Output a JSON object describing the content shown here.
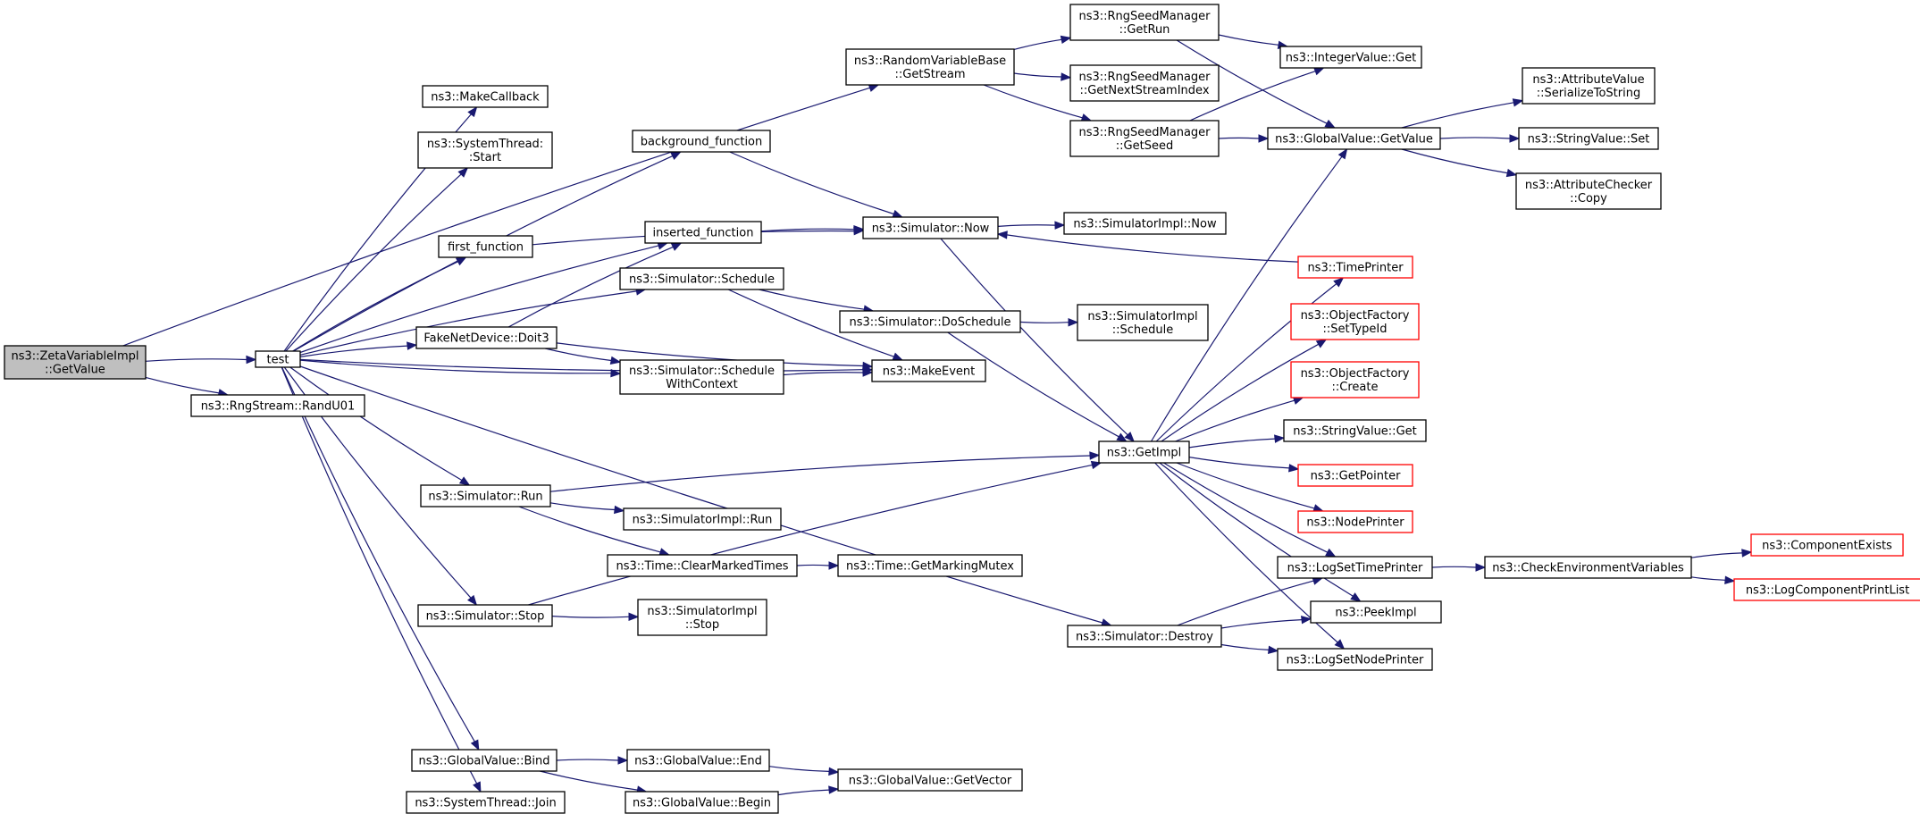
{
  "colors": {
    "edge": "#191970",
    "node_border": "#000000",
    "truncated_border": "#ff0000",
    "root_fill": "#bfbfbf",
    "background": "#ffffff"
  },
  "nodes": [
    {
      "id": "zeta",
      "lines": [
        "ns3::ZetaVariableImpl",
        "::GetValue"
      ],
      "style": "root"
    },
    {
      "id": "test",
      "lines": [
        "test"
      ]
    },
    {
      "id": "randu01",
      "lines": [
        "ns3::RngStream::RandU01"
      ]
    },
    {
      "id": "rvbstream",
      "lines": [
        "ns3::RandomVariableBase",
        "::GetStream"
      ]
    },
    {
      "id": "makecallback",
      "lines": [
        "ns3::MakeCallback"
      ]
    },
    {
      "id": "stStart",
      "lines": [
        "ns3::SystemThread:",
        ":Start"
      ]
    },
    {
      "id": "bgfunc",
      "lines": [
        "background_function"
      ]
    },
    {
      "id": "firstfunc",
      "lines": [
        "first_function"
      ]
    },
    {
      "id": "insfunc",
      "lines": [
        "inserted_function"
      ]
    },
    {
      "id": "simSchedule",
      "lines": [
        "ns3::Simulator::Schedule"
      ]
    },
    {
      "id": "doit3",
      "lines": [
        "FakeNetDevice::Doit3"
      ]
    },
    {
      "id": "schedCtx",
      "lines": [
        "ns3::Simulator::Schedule",
        "WithContext"
      ]
    },
    {
      "id": "simNow",
      "lines": [
        "ns3::Simulator::Now"
      ]
    },
    {
      "id": "simImplNow",
      "lines": [
        "ns3::SimulatorImpl::Now"
      ]
    },
    {
      "id": "doSchedule",
      "lines": [
        "ns3::Simulator::DoSchedule"
      ]
    },
    {
      "id": "simImplSchedule",
      "lines": [
        "ns3::SimulatorImpl",
        "::Schedule"
      ]
    },
    {
      "id": "makeEvent",
      "lines": [
        "ns3::MakeEvent"
      ]
    },
    {
      "id": "getRun",
      "lines": [
        "ns3::RngSeedManager",
        "::GetRun"
      ]
    },
    {
      "id": "getNextStream",
      "lines": [
        "ns3::RngSeedManager",
        "::GetNextStreamIndex"
      ]
    },
    {
      "id": "getSeed",
      "lines": [
        "ns3::RngSeedManager",
        "::GetSeed"
      ]
    },
    {
      "id": "intGet",
      "lines": [
        "ns3::IntegerValue::Get"
      ]
    },
    {
      "id": "gvGetValue",
      "lines": [
        "ns3::GlobalValue::GetValue"
      ]
    },
    {
      "id": "avSerialize",
      "lines": [
        "ns3::AttributeValue",
        "::SerializeToString"
      ]
    },
    {
      "id": "svSet",
      "lines": [
        "ns3::StringValue::Set"
      ]
    },
    {
      "id": "acCopy",
      "lines": [
        "ns3::AttributeChecker",
        "::Copy"
      ]
    },
    {
      "id": "timePrinter",
      "lines": [
        "ns3::TimePrinter"
      ],
      "style": "trunc"
    },
    {
      "id": "ofSetTypeId",
      "lines": [
        "ns3::ObjectFactory",
        "::SetTypeId"
      ],
      "style": "trunc"
    },
    {
      "id": "ofCreate",
      "lines": [
        "ns3::ObjectFactory",
        "::Create"
      ],
      "style": "trunc"
    },
    {
      "id": "svGet",
      "lines": [
        "ns3::StringValue::Get"
      ]
    },
    {
      "id": "getImpl",
      "lines": [
        "ns3::GetImpl"
      ]
    },
    {
      "id": "getPointer",
      "lines": [
        "ns3::GetPointer"
      ],
      "style": "trunc"
    },
    {
      "id": "nodePrinter",
      "lines": [
        "ns3::NodePrinter"
      ],
      "style": "trunc"
    },
    {
      "id": "simRun",
      "lines": [
        "ns3::Simulator::Run"
      ]
    },
    {
      "id": "simImplRun",
      "lines": [
        "ns3::SimulatorImpl::Run"
      ]
    },
    {
      "id": "clearMarked",
      "lines": [
        "ns3::Time::ClearMarkedTimes"
      ]
    },
    {
      "id": "markingMutex",
      "lines": [
        "ns3::Time::GetMarkingMutex"
      ]
    },
    {
      "id": "logSetTime",
      "lines": [
        "ns3::LogSetTimePrinter"
      ]
    },
    {
      "id": "checkEnv",
      "lines": [
        "ns3::CheckEnvironmentVariables"
      ]
    },
    {
      "id": "compExists",
      "lines": [
        "ns3::ComponentExists"
      ],
      "style": "trunc"
    },
    {
      "id": "logCompPrint",
      "lines": [
        "ns3::LogComponentPrintList"
      ],
      "style": "trunc"
    },
    {
      "id": "simStop",
      "lines": [
        "ns3::Simulator::Stop"
      ]
    },
    {
      "id": "simImplStop",
      "lines": [
        "ns3::SimulatorImpl",
        "::Stop"
      ]
    },
    {
      "id": "simDestroy",
      "lines": [
        "ns3::Simulator::Destroy"
      ]
    },
    {
      "id": "peekImpl",
      "lines": [
        "ns3::PeekImpl"
      ]
    },
    {
      "id": "logSetNode",
      "lines": [
        "ns3::LogSetNodePrinter"
      ]
    },
    {
      "id": "gvBind",
      "lines": [
        "ns3::GlobalValue::Bind"
      ]
    },
    {
      "id": "gvEnd",
      "lines": [
        "ns3::GlobalValue::End"
      ]
    },
    {
      "id": "gvGetVector",
      "lines": [
        "ns3::GlobalValue::GetVector"
      ]
    },
    {
      "id": "gvBegin",
      "lines": [
        "ns3::GlobalValue::Begin"
      ]
    },
    {
      "id": "stJoin",
      "lines": [
        "ns3::SystemThread::Join"
      ]
    }
  ],
  "edges": [
    [
      "zeta",
      "test"
    ],
    [
      "zeta",
      "randu01"
    ],
    [
      "zeta",
      "rvbstream"
    ],
    [
      "test",
      "makecallback"
    ],
    [
      "test",
      "stStart"
    ],
    [
      "test",
      "bgfunc"
    ],
    [
      "test",
      "firstfunc"
    ],
    [
      "test",
      "insfunc"
    ],
    [
      "test",
      "simSchedule"
    ],
    [
      "test",
      "doit3"
    ],
    [
      "test",
      "schedCtx"
    ],
    [
      "test",
      "makeEvent"
    ],
    [
      "test",
      "simRun"
    ],
    [
      "test",
      "simStop"
    ],
    [
      "test",
      "simDestroy"
    ],
    [
      "test",
      "gvBind"
    ],
    [
      "test",
      "stJoin"
    ],
    [
      "rvbstream",
      "getRun"
    ],
    [
      "rvbstream",
      "getNextStream"
    ],
    [
      "rvbstream",
      "getSeed"
    ],
    [
      "getRun",
      "intGet"
    ],
    [
      "getRun",
      "gvGetValue"
    ],
    [
      "getSeed",
      "intGet"
    ],
    [
      "getSeed",
      "gvGetValue"
    ],
    [
      "gvGetValue",
      "avSerialize"
    ],
    [
      "gvGetValue",
      "svSet"
    ],
    [
      "gvGetValue",
      "acCopy"
    ],
    [
      "bgfunc",
      "simNow"
    ],
    [
      "firstfunc",
      "simNow"
    ],
    [
      "insfunc",
      "simNow"
    ],
    [
      "simNow",
      "simImplNow"
    ],
    [
      "simNow",
      "getImpl"
    ],
    [
      "simSchedule",
      "doSchedule"
    ],
    [
      "simSchedule",
      "makeEvent"
    ],
    [
      "doit3",
      "insfunc"
    ],
    [
      "doit3",
      "schedCtx"
    ],
    [
      "doit3",
      "makeEvent"
    ],
    [
      "schedCtx",
      "makeEvent"
    ],
    [
      "doSchedule",
      "simImplSchedule"
    ],
    [
      "doSchedule",
      "getImpl"
    ],
    [
      "timePrinter",
      "simNow"
    ],
    [
      "getImpl",
      "gvGetValue"
    ],
    [
      "getImpl",
      "timePrinter"
    ],
    [
      "getImpl",
      "ofSetTypeId"
    ],
    [
      "getImpl",
      "ofCreate"
    ],
    [
      "getImpl",
      "svGet"
    ],
    [
      "getImpl",
      "getPointer"
    ],
    [
      "getImpl",
      "nodePrinter"
    ],
    [
      "getImpl",
      "logSetTime"
    ],
    [
      "getImpl",
      "peekImpl"
    ],
    [
      "getImpl",
      "logSetNode"
    ],
    [
      "simRun",
      "getImpl"
    ],
    [
      "simRun",
      "simImplRun"
    ],
    [
      "simRun",
      "clearMarked"
    ],
    [
      "clearMarked",
      "markingMutex"
    ],
    [
      "logSetTime",
      "checkEnv"
    ],
    [
      "checkEnv",
      "compExists"
    ],
    [
      "checkEnv",
      "logCompPrint"
    ],
    [
      "simStop",
      "simImplStop"
    ],
    [
      "simStop",
      "getImpl"
    ],
    [
      "simDestroy",
      "logSetTime"
    ],
    [
      "simDestroy",
      "peekImpl"
    ],
    [
      "simDestroy",
      "logSetNode"
    ],
    [
      "gvBind",
      "gvEnd"
    ],
    [
      "gvBind",
      "gvBegin"
    ],
    [
      "gvEnd",
      "gvGetVector"
    ],
    [
      "gvBegin",
      "gvGetVector"
    ]
  ]
}
